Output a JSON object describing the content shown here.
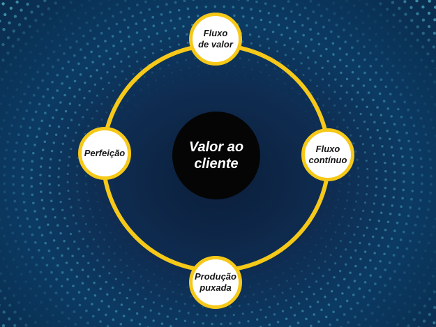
{
  "diagram": {
    "center": {
      "label": "Valor ao cliente"
    },
    "nodes": [
      {
        "id": "top",
        "label": "Fluxo\nde valor"
      },
      {
        "id": "right",
        "label": "Fluxo\ncontínuo"
      },
      {
        "id": "bottom",
        "label": "Produção\npuxada"
      },
      {
        "id": "left",
        "label": "Perfeição"
      }
    ]
  },
  "colors": {
    "ring": "#f6c818",
    "center_fill": "#050505",
    "node_fill": "#ffffff",
    "background_dark": "#0b1e3a",
    "dot_color": "#4fb3c8"
  }
}
